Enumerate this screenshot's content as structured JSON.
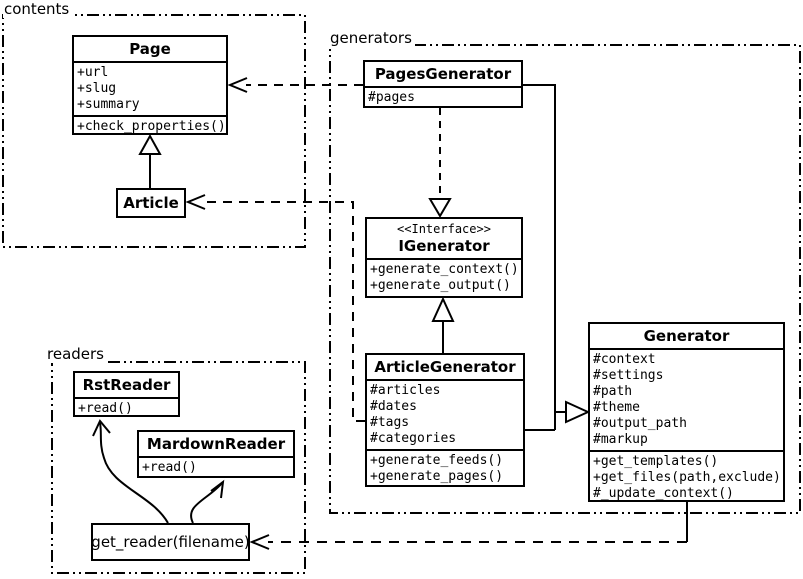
{
  "diagram_type": "uml-class-diagram",
  "colors": {
    "line": "#000000",
    "background": "#ffffff",
    "text": "#000000"
  },
  "packages": {
    "contents": {
      "label": "contents"
    },
    "generators": {
      "label": "generators"
    },
    "readers": {
      "label": "readers"
    }
  },
  "classes": {
    "page": {
      "name": "Page",
      "attributes": [
        "+url",
        "+slug",
        "+summary"
      ],
      "methods": [
        "+check_properties()"
      ]
    },
    "article": {
      "name": "Article"
    },
    "pages_generator": {
      "name": "PagesGenerator",
      "attributes": [
        "#pages"
      ]
    },
    "igenerator": {
      "stereotype": "<<Interface>>",
      "name": "IGenerator",
      "methods": [
        "+generate_context()",
        "+generate_output()"
      ]
    },
    "article_generator": {
      "name": "ArticleGenerator",
      "attributes": [
        "#articles",
        "#dates",
        "#tags",
        "#categories"
      ],
      "methods": [
        "+generate_feeds()",
        "+generate_pages()"
      ]
    },
    "generator": {
      "name": "Generator",
      "attributes": [
        "#context",
        "#settings",
        "#path",
        "#theme",
        "#output_path",
        "#markup"
      ],
      "methods": [
        "+get_templates()",
        "+get_files(path,exclude)",
        "#_update_context()"
      ]
    },
    "rst_reader": {
      "name": "RstReader",
      "methods": [
        "+read()"
      ]
    },
    "mardown_reader": {
      "name": "MardownReader",
      "methods": [
        "+read()"
      ]
    }
  },
  "nodes": {
    "get_reader": {
      "label": "get_reader(filename)"
    }
  },
  "relationships": [
    {
      "from": "PagesGenerator",
      "to": "Page",
      "type": "dependency-dashed"
    },
    {
      "from": "ArticleGenerator",
      "to": "Article",
      "type": "dependency-dashed"
    },
    {
      "from": "Article",
      "to": "Page",
      "type": "inheritance"
    },
    {
      "from": "PagesGenerator",
      "to": "IGenerator",
      "type": "realization-dashed"
    },
    {
      "from": "ArticleGenerator",
      "to": "IGenerator",
      "type": "inheritance"
    },
    {
      "from": "PagesGenerator",
      "to": "Generator",
      "type": "inheritance"
    },
    {
      "from": "ArticleGenerator",
      "to": "Generator",
      "type": "inheritance"
    },
    {
      "from": "Generator",
      "to": "get_reader(filename)",
      "type": "dependency-dashed"
    },
    {
      "from": "get_reader(filename)",
      "to": "RstReader",
      "type": "arrow"
    },
    {
      "from": "get_reader(filename)",
      "to": "MardownReader",
      "type": "arrow"
    }
  ]
}
